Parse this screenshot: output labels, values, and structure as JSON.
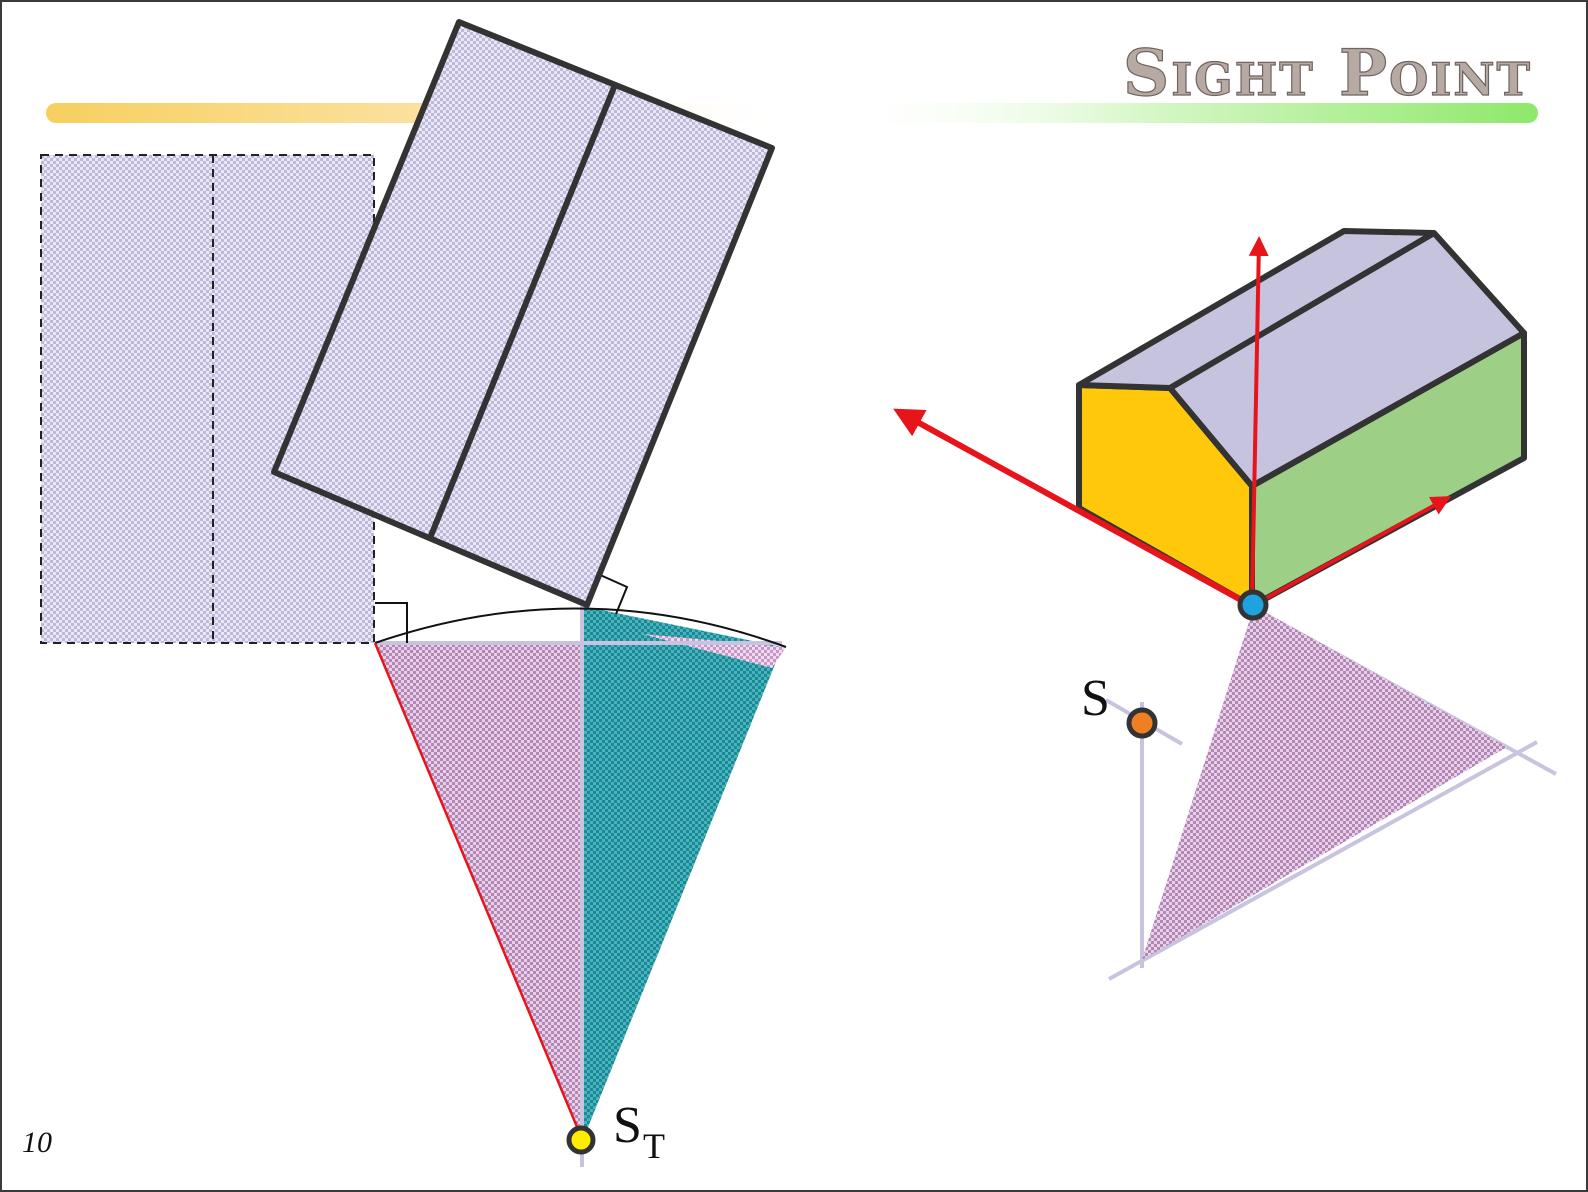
{
  "slide": {
    "title": "Sight Point",
    "page_number": "10"
  },
  "labels": {
    "station_point_plan": "S",
    "station_point_plan_subscript": "T",
    "sight_point": "S"
  },
  "colors": {
    "title_bar_left": "#f7cf5f",
    "title_bar_right": "#8ee86a",
    "plan_fill": "#c9c6e2",
    "cone_fill": "#c69bc6",
    "cone_teal": "#2a9aa6",
    "roof": "#c6c3de",
    "gable_wall": "#ffc80a",
    "side_wall": "#9dcf87",
    "axis_arrows": "#e8141c",
    "building_point": "#1fa2e0",
    "sight_point": "#ef7f23",
    "station_point": "#ffee00",
    "ground_lines": "#c8c4e0"
  }
}
